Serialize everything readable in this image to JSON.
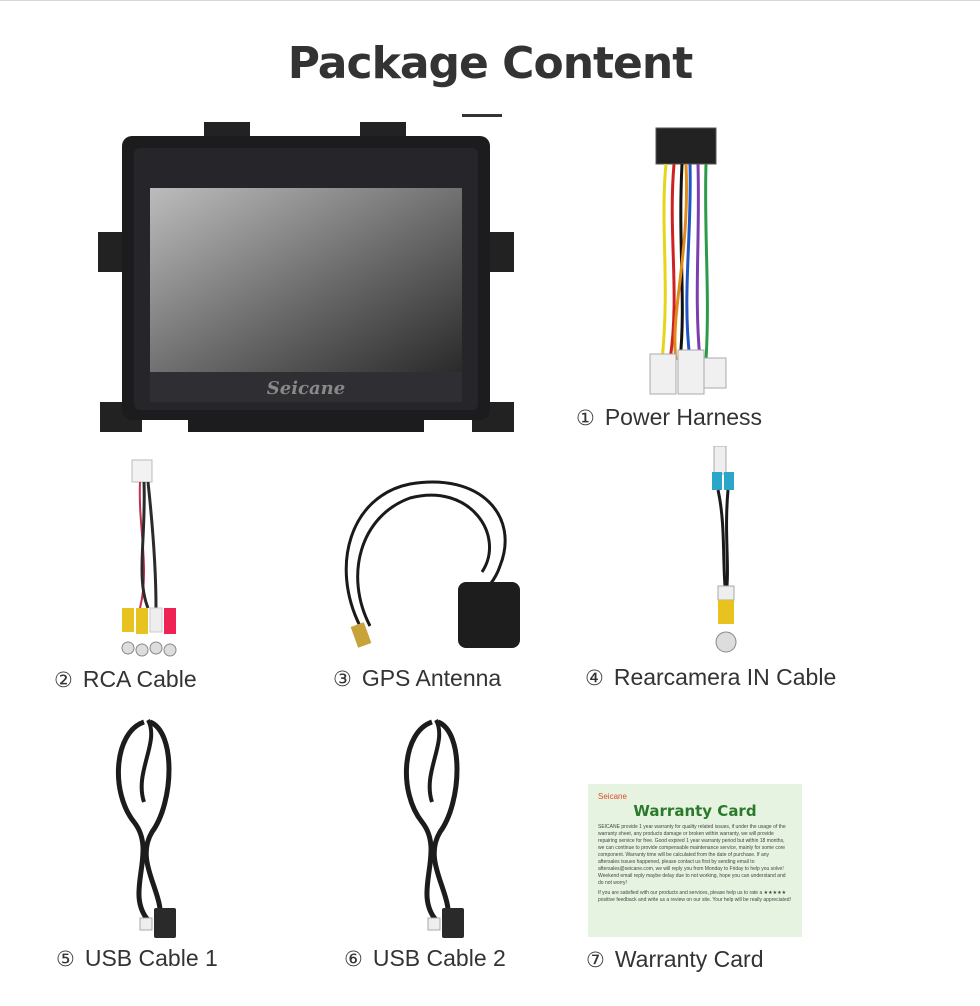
{
  "page": {
    "title": "Package Content",
    "accent": "#333333"
  },
  "items": [
    {
      "num": "①",
      "label": "Power Harness",
      "icon": "power-harness"
    },
    {
      "num": "②",
      "label": "RCA Cable",
      "icon": "rca-cable"
    },
    {
      "num": "③",
      "label": "GPS Antenna",
      "icon": "gps-antenna"
    },
    {
      "num": "④",
      "label": "Rearcamera IN Cable",
      "icon": "rearcamera-cable"
    },
    {
      "num": "⑤",
      "label": "USB Cable 1",
      "icon": "usb-cable"
    },
    {
      "num": "⑥",
      "label": "USB Cable 2",
      "icon": "usb-cable"
    },
    {
      "num": "⑦",
      "label": "Warranty Card",
      "icon": "warranty-card"
    }
  ],
  "head_unit": {
    "brand": "Seicane"
  },
  "warranty_card": {
    "brand": "Seicane",
    "title": "Warranty Card",
    "para1": "SEICANE provide 1 year warranty for quality related issues, if under the usage of the warranty sheet, any products damage or broken within warranty, we will provide repairing service for free. Good expired 1 year warranty period but within 18 months, we can continue to provide compensable maintenance service, mainly for some core component. Warranty time will be calculated from the date of purchase. If any aftersales issues happened, please contact us first by sending email to aftersales@seicane.com, we will reply you from Monday to Friday to help you solve! Weekend email reply maybe delay due to not working, hope you can understand and do not worry!",
    "para2": "If you are satisfied with our products and services, please help us to rate a ★★★★★ positive feedback and write us a review on our site. Your help will be really appreciated!"
  }
}
